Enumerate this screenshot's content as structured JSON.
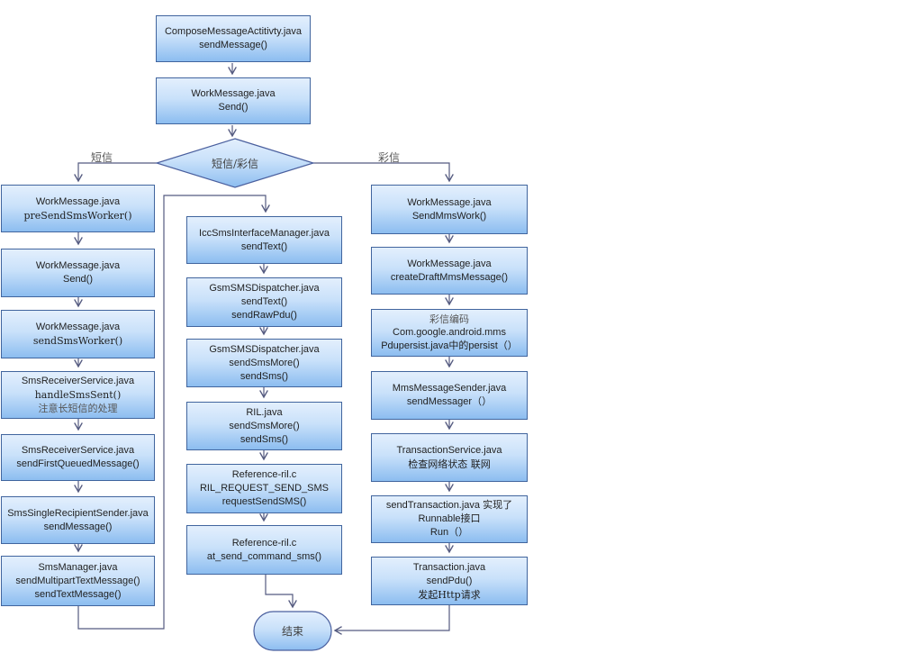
{
  "colors": {
    "node_fill_top": "#e3effd",
    "node_fill_bottom": "#8cbdf0",
    "node_border": "#41659e",
    "connector": "#555b80",
    "text": "#1f1f1f",
    "muted_text": "#575757"
  },
  "start": {
    "lines": [
      "ComposeMessageActitivty.java",
      "sendMessage()"
    ]
  },
  "work_send": {
    "lines": [
      "WorkMessage.java",
      "Send()"
    ]
  },
  "decision": {
    "label": "短信/彩信"
  },
  "branches": {
    "sms_label": "短信",
    "mms_label": "彩信"
  },
  "sms_column": [
    {
      "lines": [
        "WorkMessage.java",
        "preSendSmsWorker()"
      ]
    },
    {
      "lines": [
        "WorkMessage.java",
        "Send()"
      ]
    },
    {
      "lines": [
        "WorkMessage.java",
        "sendSmsWorker()"
      ]
    },
    {
      "lines": [
        "SmsReceiverService.java",
        "handleSmsSent()",
        "注意长短信的处理"
      ]
    },
    {
      "lines": [
        "SmsReceiverService.java",
        "sendFirstQueuedMessage()"
      ]
    },
    {
      "lines": [
        "SmsSingleRecipientSender.java",
        "sendMessage()"
      ]
    },
    {
      "lines": [
        "SmsManager.java",
        "sendMultipartTextMessage()",
        "sendTextMessage()"
      ]
    }
  ],
  "telephony_column": [
    {
      "lines": [
        "IccSmsInterfaceManager.java",
        "sendText()"
      ]
    },
    {
      "lines": [
        "GsmSMSDispatcher.java",
        "sendText()",
        "sendRawPdu()"
      ]
    },
    {
      "lines": [
        "GsmSMSDispatcher.java",
        "sendSmsMore()",
        "sendSms()"
      ]
    },
    {
      "lines": [
        "RIL.java",
        "sendSmsMore()",
        "sendSms()"
      ]
    },
    {
      "lines": [
        "Reference-ril.c",
        "RIL_REQUEST_SEND_SMS",
        "requestSendSMS()"
      ]
    },
    {
      "lines": [
        "Reference-ril.c",
        "at_send_command_sms()"
      ]
    }
  ],
  "mms_column": [
    {
      "lines": [
        "WorkMessage.java",
        "SendMmsWork()"
      ]
    },
    {
      "lines": [
        "WorkMessage.java",
        "createDraftMmsMessage()"
      ]
    },
    {
      "lines": [
        "彩信编码",
        "Com.google.android.mms",
        "Pdupersist.java中的persist（）"
      ]
    },
    {
      "lines": [
        "MmsMessageSender.java",
        "sendMessager（）"
      ]
    },
    {
      "lines": [
        "TransactionService.java",
        "检查网络状态 联网"
      ]
    },
    {
      "lines": [
        "sendTransaction.java 实现了",
        "Runnable接口",
        "Run（）"
      ]
    },
    {
      "lines": [
        "Transaction.java",
        "sendPdu()",
        "发起Http请求"
      ]
    }
  ],
  "end": {
    "label": "结束"
  }
}
